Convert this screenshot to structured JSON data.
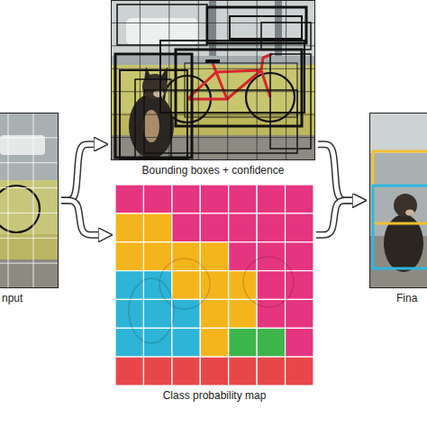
{
  "diagram": {
    "nodes": [
      {
        "text": [
          "nput"
        ]
      },
      {
        "text": [
          "Bounding boxes + confidence"
        ]
      },
      {
        "text": [
          "Class probability map"
        ]
      },
      {
        "text": [
          "Fina"
        ]
      }
    ],
    "edges": [
      {
        "from": 0,
        "to": 1,
        "arrow": "to"
      },
      {
        "from": 0,
        "to": 2,
        "arrow": "to"
      },
      {
        "from": 1,
        "to": 3,
        "arrow": "to"
      },
      {
        "from": 2,
        "to": 3,
        "arrow": "to"
      }
    ]
  }
}
